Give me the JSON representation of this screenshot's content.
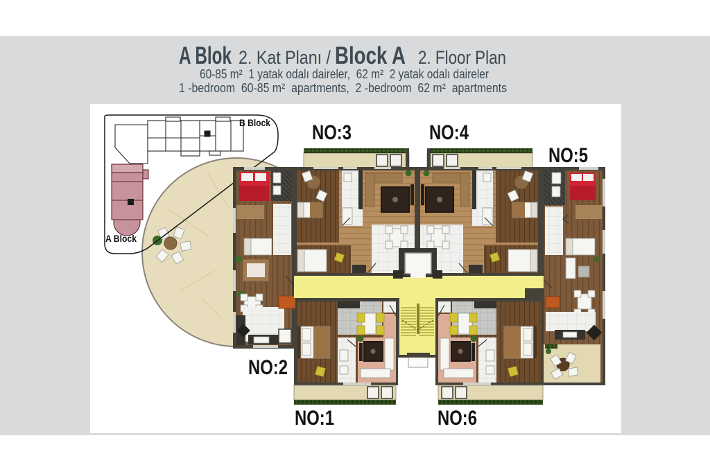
{
  "title": {
    "tr_bold": "A Blok",
    "tr_rest": "2. Kat Planı /",
    "en_bold": "Block A",
    "en_rest": "2. Floor Plan",
    "subtitle_tr": "60-85 m²  1 yatak odalı daireler,  62 m²  2 yatak odalı daireler",
    "subtitle_en": "1 -bedroom  60-85 m²  apartments,  2 -bedroom  62 m²  apartments"
  },
  "site_inset": {
    "b_block_label": "B Block",
    "a_block_label": "A Block"
  },
  "apartment_labels": {
    "no1": "NO:1",
    "no2": "NO:2",
    "no3": "NO:3",
    "no4": "NO:4",
    "no5": "NO:5",
    "no6": "NO:6"
  },
  "colors": {
    "background_band": "#d8dadb",
    "panel": "#ffffff",
    "title_text": "#3d4a54",
    "label_text": "#131313",
    "walls": "#45423a",
    "corridor_yellow": "#f2ee8c",
    "balcony_beige": "#e2d8b2",
    "terrace_beige": "#e7ddbc",
    "hedge_green": "#2d481b",
    "bed_red": "#cf2434",
    "a_block_pink": "#c6939c",
    "living_salmon": "#dcae97",
    "chair_yellow": "#d2c433",
    "sideboard_orange": "#c05a20"
  }
}
